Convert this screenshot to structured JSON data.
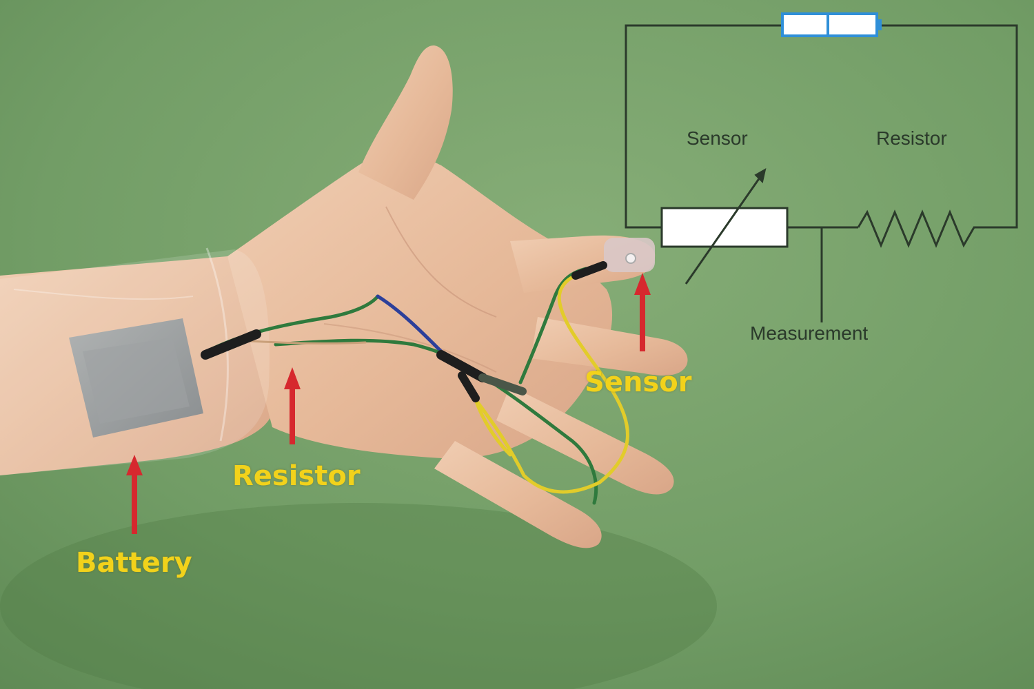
{
  "photo_labels": {
    "battery": "Battery",
    "resistor": "Resistor",
    "sensor": "Sensor"
  },
  "diagram_labels": {
    "sensor": "Sensor",
    "resistor": "Resistor",
    "measurement": "Measurement"
  },
  "colors": {
    "background": "#6f9a62",
    "label": "#f2d21b",
    "arrow": "#d6282e",
    "circuit_line": "#2b3a2b",
    "battery_outline": "#2f8fd8",
    "skin": "#e2b99c",
    "wire_green": "#2f7a3d",
    "wire_yellow": "#e2cc2a",
    "wire_blue": "#2c3f9a"
  }
}
